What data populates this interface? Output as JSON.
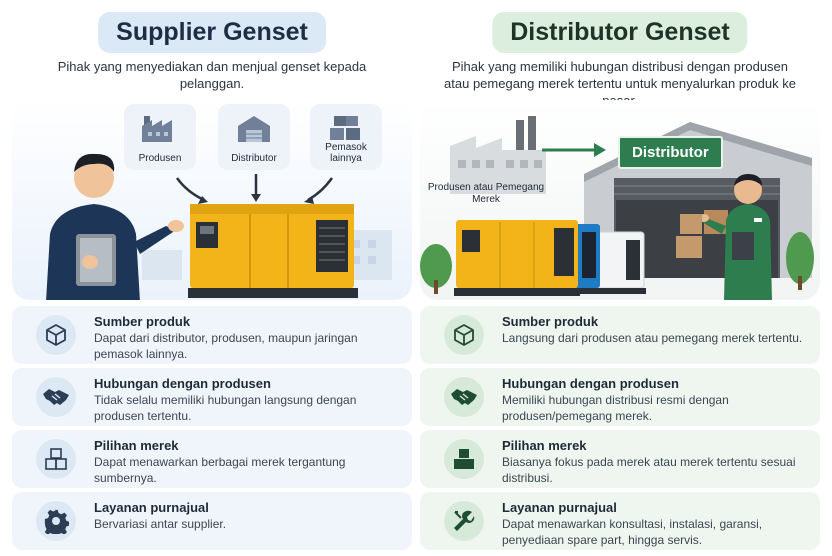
{
  "supplier": {
    "title": "Supplier Genset",
    "description": "Pihak yang menyediakan dan menjual genset kepada pelanggan.",
    "sources": [
      {
        "label": "Produsen",
        "icon": "factory-icon"
      },
      {
        "label": "Distributor",
        "icon": "warehouse-icon"
      },
      {
        "label": "Pemasok lainnya",
        "icon": "boxes-icon"
      }
    ],
    "rows": [
      {
        "title": "Sumber produk",
        "text": "Dapat dari distributor, produsen, maupun jaringan pemasok lainnya.",
        "icon": "box-icon"
      },
      {
        "title": "Hubungan dengan produsen",
        "text": "Tidak selalu memiliki hubungan langsung dengan produsen tertentu.",
        "icon": "handshake-icon"
      },
      {
        "title": "Pilihan merek",
        "text": "Dapat menawarkan berbagai merek tergantung sumbernya.",
        "icon": "stacked-boxes-icon"
      },
      {
        "title": "Layanan purnajual",
        "text": "Bervariasi antar supplier.",
        "icon": "gear-icon"
      }
    ]
  },
  "distributor": {
    "title": "Distributor Genset",
    "description": "Pihak yang memiliki hubungan distribusi dengan produsen atau pemegang merek tertentu untuk menyalurkan produk ke pasar.",
    "factory_label": "Produsen atau Pemegang Merek",
    "warehouse_sign": "Distributor",
    "rows": [
      {
        "title": "Sumber produk",
        "text": "Langsung dari produsen atau pemegang merek tertentu.",
        "icon": "box-icon"
      },
      {
        "title": "Hubungan dengan produsen",
        "text": "Memiliki hubungan distribusi resmi dengan produsen/pemegang merek.",
        "icon": "handshake-icon"
      },
      {
        "title": "Pilihan merek",
        "text": "Biasanya fokus pada merek atau merek tertentu sesuai distribusi.",
        "icon": "stacked-boxes-icon"
      },
      {
        "title": "Layanan purnajual",
        "text": "Dapat menawarkan konsultasi, instalasi, garansi, penyediaan spare part, hingga servis.",
        "icon": "wrench-icon"
      }
    ]
  },
  "colors": {
    "supplier_accent": "#2f5d8c",
    "distributor_accent": "#2e7d4f",
    "genset_yellow": "#f2b418",
    "genset_blue": "#1f7bc4"
  }
}
